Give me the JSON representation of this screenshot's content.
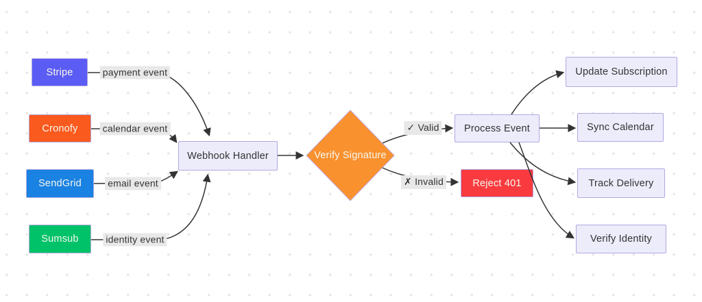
{
  "diagram": {
    "type": "flowchart",
    "background": {
      "color": "#ffffff",
      "dot_grid_color": "#e7e7e7"
    },
    "nodes": {
      "stripe": {
        "label": "Stripe",
        "shape": "rect",
        "color": "#5b5cf3",
        "text_color": "#f7f7ef"
      },
      "cronofy": {
        "label": "Cronofy",
        "shape": "rect",
        "color": "#fa5a1e",
        "text_color": "#f7f7ef"
      },
      "sendgrid": {
        "label": "SendGrid",
        "shape": "rect",
        "color": "#1a82e2",
        "text_color": "#f7f7ef"
      },
      "sumsub": {
        "label": "Sumsub",
        "shape": "rect",
        "color": "#00c268",
        "text_color": "#f7f7ef"
      },
      "webhook_handler": {
        "label": "Webhook Handler",
        "shape": "rect",
        "color": "#ececfb",
        "text_color": "#333333"
      },
      "verify_signature": {
        "label": "Verify Signature",
        "shape": "diamond",
        "color": "#f9912f",
        "text_color": "#f7f7ef"
      },
      "process_event": {
        "label": "Process Event",
        "shape": "rect",
        "color": "#ececfb",
        "text_color": "#333333"
      },
      "reject_401": {
        "label": "Reject 401",
        "shape": "rect",
        "color": "#f93b3f",
        "text_color": "#f7f7ef"
      },
      "update_subscription": {
        "label": "Update Subscription",
        "shape": "rect",
        "color": "#ececfb",
        "text_color": "#333333"
      },
      "sync_calendar": {
        "label": "Sync Calendar",
        "shape": "rect",
        "color": "#ececfb",
        "text_color": "#333333"
      },
      "track_delivery": {
        "label": "Track Delivery",
        "shape": "rect",
        "color": "#ececfb",
        "text_color": "#333333"
      },
      "verify_identity": {
        "label": "Verify Identity",
        "shape": "rect",
        "color": "#ececfb",
        "text_color": "#333333"
      }
    },
    "edge_labels": {
      "payment": "payment event",
      "calendar": "calendar event",
      "email": "email event",
      "identity": "identity event",
      "valid": "✓ Valid",
      "invalid": "✗ Invalid"
    },
    "edges": [
      {
        "from": "stripe",
        "to": "webhook_handler",
        "label": "payment event"
      },
      {
        "from": "cronofy",
        "to": "webhook_handler",
        "label": "calendar event"
      },
      {
        "from": "sendgrid",
        "to": "webhook_handler",
        "label": "email event"
      },
      {
        "from": "sumsub",
        "to": "webhook_handler",
        "label": "identity event"
      },
      {
        "from": "webhook_handler",
        "to": "verify_signature",
        "label": ""
      },
      {
        "from": "verify_signature",
        "to": "process_event",
        "label": "✓ Valid"
      },
      {
        "from": "verify_signature",
        "to": "reject_401",
        "label": "✗ Invalid"
      },
      {
        "from": "process_event",
        "to": "update_subscription",
        "label": ""
      },
      {
        "from": "process_event",
        "to": "sync_calendar",
        "label": ""
      },
      {
        "from": "process_event",
        "to": "track_delivery",
        "label": ""
      },
      {
        "from": "process_event",
        "to": "verify_identity",
        "label": ""
      }
    ],
    "style": {
      "edge_color": "#333333",
      "edge_label_bg": "#e8e8e8",
      "node_border_color": "#b3a7e0",
      "lavender_fill": "#ececfb"
    }
  }
}
